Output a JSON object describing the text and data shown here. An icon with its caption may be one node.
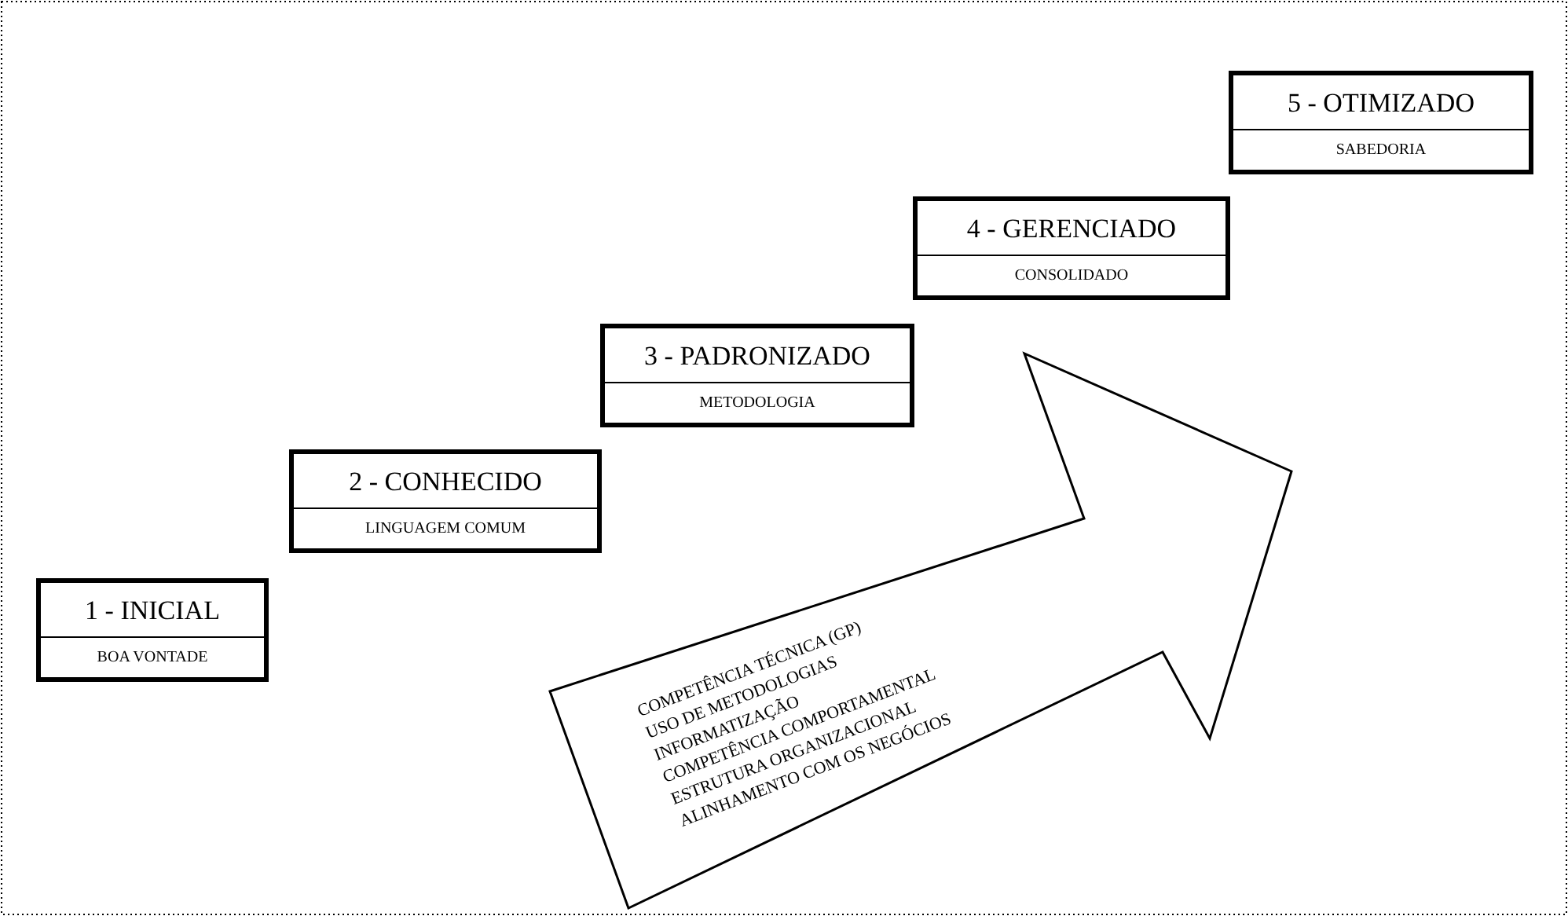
{
  "diagram": {
    "nodes": [
      {
        "text": [
          "1 - INICIAL",
          "BOA VONTADE"
        ]
      },
      {
        "text": [
          "2 - CONHECIDO",
          "LINGUAGEM COMUM"
        ]
      },
      {
        "text": [
          "3 - PADRONIZADO",
          "METODOLOGIA"
        ]
      },
      {
        "text": [
          "4 - GERENCIADO",
          "CONSOLIDADO"
        ]
      },
      {
        "text": [
          "5 - OTIMIZADO",
          "SABEDORIA"
        ]
      },
      {
        "text": [
          "COMPETÊNCIA TÉCNICA (GP)",
          "USO DE METODOLOGIAS",
          "INFORMATIZAÇÃO",
          "COMPETÊNCIA COMPORTAMENTAL",
          "ESTRUTURA ORGANIZACIONAL",
          "ALINHAMENTO COM OS NEGÓCIOS"
        ]
      }
    ],
    "edges": []
  }
}
